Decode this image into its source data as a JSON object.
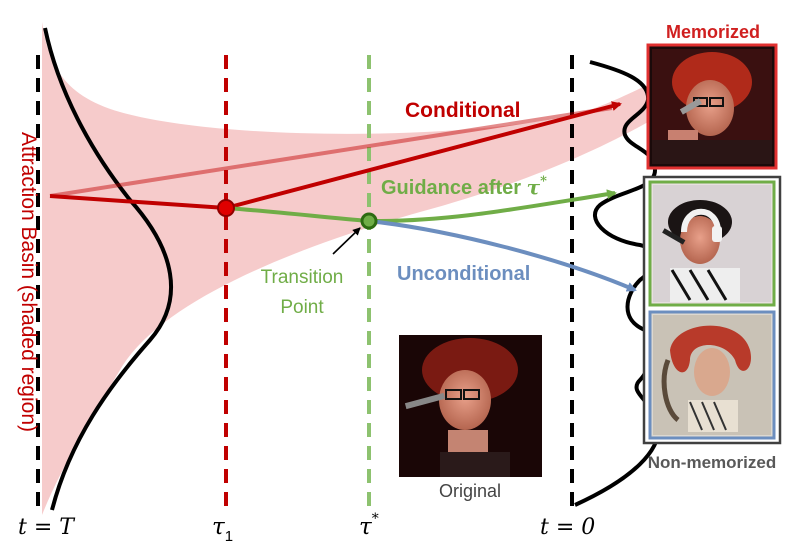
{
  "y_axis_label": "Attraction Basin (shaded region)",
  "time_labels": {
    "t_T": "t = T",
    "tau1_base": "τ",
    "tau1_sub": "1",
    "tau_star_base": "τ",
    "tau_star_sup": "*",
    "t_0": "t = 0"
  },
  "path_labels": {
    "conditional": "Conditional",
    "guidance_prefix": "Guidance after ",
    "guidance_tau": "τ",
    "guidance_sup": "*",
    "unconditional": "Unconditional",
    "transition_line1": "Transition",
    "transition_line2": "Point"
  },
  "image_labels": {
    "memorized": "Memorized",
    "non_memorized": "Non-memorized",
    "original": "Original"
  },
  "colors": {
    "conditional": "#c00000",
    "guidance": "#70ad47",
    "unconditional": "#6c8ebf",
    "basin": "#f4c2c2",
    "memorized_border": "#e03030",
    "non_memorized_border": "#404040",
    "label_grey": "#595959",
    "tau1_line": "#c00000",
    "tau_star_line": "#8dc26f"
  }
}
